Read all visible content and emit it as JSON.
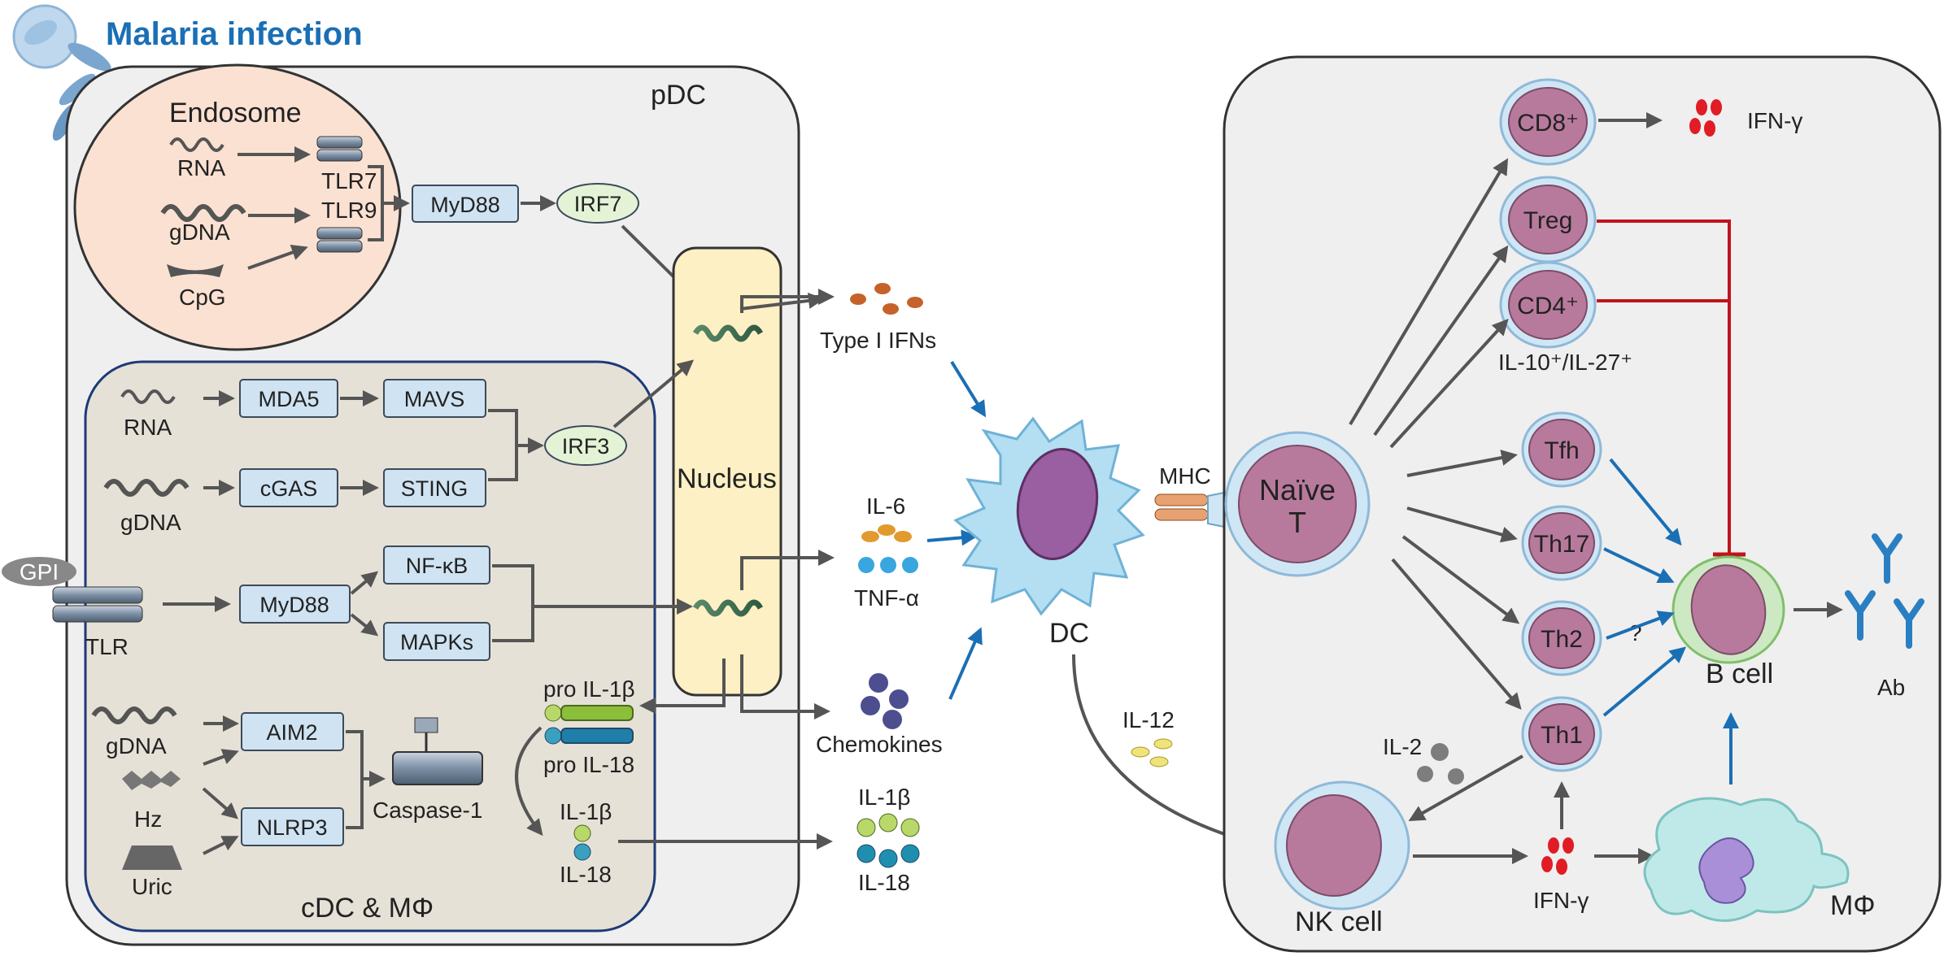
{
  "title": "Malaria infection",
  "panels": {
    "pdc": "pDC",
    "cdc": "cDC & MΦ",
    "endosome": "Endosome",
    "nucleus": "Nucleus"
  },
  "endosome": {
    "rna": "RNA",
    "gdna": "gDNA",
    "cpg": "CpG",
    "tlr7": "TLR7",
    "tlr9": "TLR9",
    "myd88": "MyD88",
    "irf7": "IRF7"
  },
  "cytosol": {
    "rna": "RNA",
    "gdna": "gDNA",
    "mda5": "MDA5",
    "mavs": "MAVS",
    "cgas": "cGAS",
    "sting": "STING",
    "irf3": "IRF3",
    "gpi": "GPI",
    "tlr": "TLR",
    "myd88": "MyD88",
    "nfkb": "NF-κB",
    "mapks": "MAPKs",
    "gdna2": "gDNA",
    "hz": "Hz",
    "uric": "Uric",
    "aim2": "AIM2",
    "nlrp3": "NLRP3",
    "caspase1": "Caspase-1",
    "pro_il1b": "pro IL-1β",
    "pro_il18": "pro IL-18",
    "il1b": "IL-1β",
    "il18": "IL-18"
  },
  "cytokines": {
    "type1_ifn": "Type I IFNs",
    "il6": "IL-6",
    "tnfa": "TNF-α",
    "chemokines": "Chemokines",
    "il1b": "IL-1β",
    "il18": "IL-18"
  },
  "dc": {
    "label": "DC",
    "mhc": "MHC",
    "il12": "IL-12"
  },
  "tcells": {
    "naive_line1": "Naïve",
    "naive_line2": "T",
    "cd8": "CD8⁺",
    "ifng_top": "IFN-γ",
    "treg": "Treg",
    "cd4": "CD4⁺",
    "il10": "IL-10⁺/IL-27⁺",
    "tfh": "Tfh",
    "th17": "Th17",
    "th2": "Th2",
    "question": "?",
    "th1": "Th1",
    "bcell": "B cell",
    "ab": "Ab",
    "il2": "IL-2",
    "nk": "NK cell",
    "ifng_bottom": "IFN-γ",
    "macrophage": "MΦ"
  },
  "colors": {
    "title": "#1a6fb5",
    "blue_arrow": "#1a6fb5",
    "inhibit": "#c0141c",
    "box_fill": "#cfe3f2",
    "nucleus_fill": "#fdf0c4",
    "endosome_fill": "#fbe1d2",
    "cdc_fill": "#e6e1d7"
  }
}
